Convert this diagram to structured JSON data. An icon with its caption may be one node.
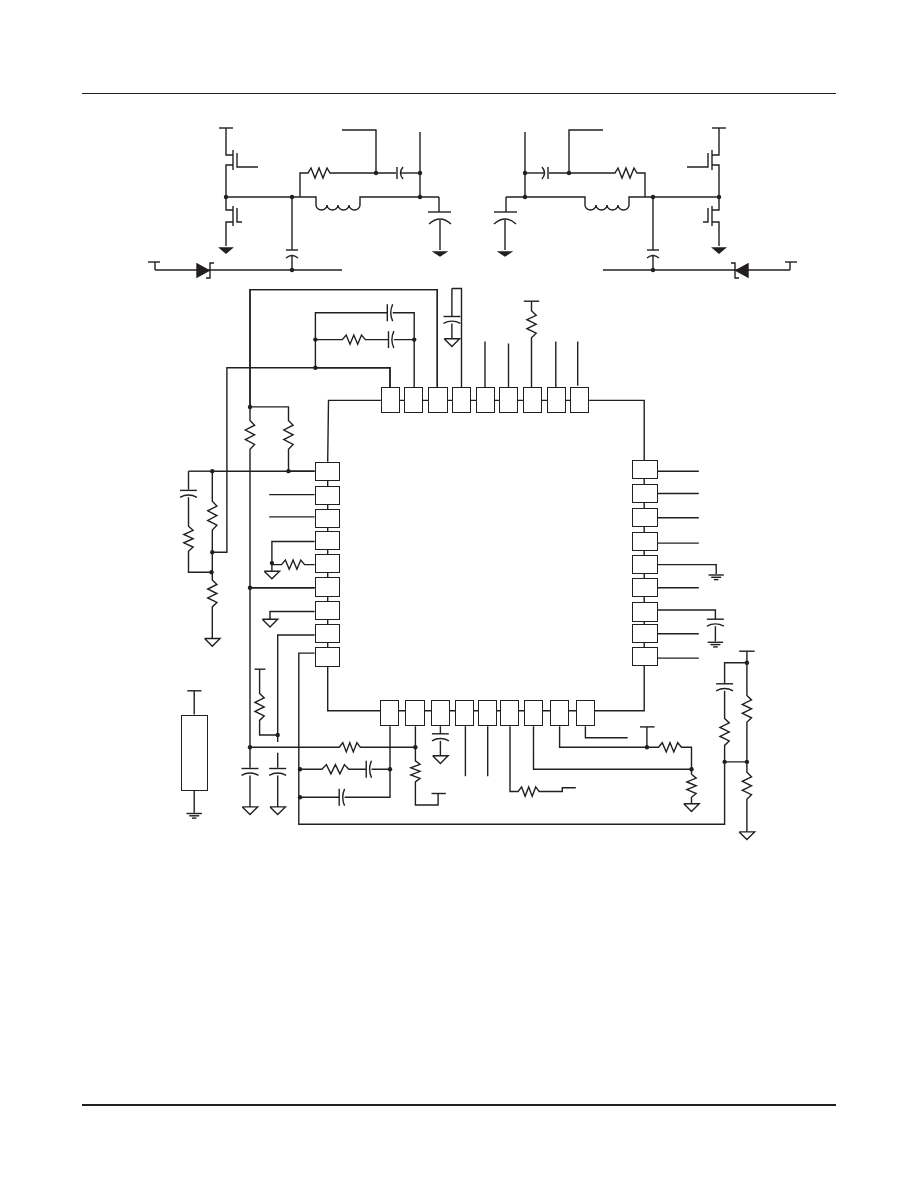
{
  "diagram": {
    "nodes": [
      {
        "text": [],
        "shape": "box"
      },
      {
        "text": [],
        "shape": "box"
      },
      {
        "text": [],
        "shape": "box"
      },
      {
        "text": [],
        "shape": "box"
      },
      {
        "text": [],
        "shape": "box"
      },
      {
        "text": [],
        "shape": "box"
      },
      {
        "text": [],
        "shape": "box"
      },
      {
        "text": [],
        "shape": "box"
      },
      {
        "text": [],
        "shape": "box"
      },
      {
        "text": [],
        "shape": "box"
      },
      {
        "text": [],
        "shape": "box"
      },
      {
        "text": [],
        "shape": "box"
      },
      {
        "text": [],
        "shape": "box"
      },
      {
        "text": [],
        "shape": "box"
      },
      {
        "text": [],
        "shape": "box"
      },
      {
        "text": [],
        "shape": "box"
      },
      {
        "text": [],
        "shape": "box"
      },
      {
        "text": [],
        "shape": "box"
      },
      {
        "text": [],
        "shape": "box"
      },
      {
        "text": [],
        "shape": "box"
      },
      {
        "text": [],
        "shape": "box"
      },
      {
        "text": [],
        "shape": "box"
      },
      {
        "text": [],
        "shape": "box"
      },
      {
        "text": [],
        "shape": "box"
      },
      {
        "text": [],
        "shape": "box"
      },
      {
        "text": [],
        "shape": "box"
      },
      {
        "text": [],
        "shape": "box"
      },
      {
        "text": [],
        "shape": "box"
      },
      {
        "text": [],
        "shape": "box"
      },
      {
        "text": [],
        "shape": "box"
      },
      {
        "text": [],
        "shape": "box"
      },
      {
        "text": [],
        "shape": "box"
      },
      {
        "text": [],
        "shape": "box"
      },
      {
        "text": [],
        "shape": "box"
      },
      {
        "text": [],
        "shape": "box"
      },
      {
        "text": [],
        "shape": "box"
      },
      {
        "text": [],
        "shape": "box"
      }
    ],
    "edges": [
      {
        "from": 2,
        "to": 14,
        "arrow": "none"
      },
      {
        "from": 14,
        "to": 28,
        "arrow": "none"
      },
      {
        "from": 12,
        "to": 13,
        "arrow": "none"
      },
      {
        "from": 17,
        "to": 27,
        "arrow": "none"
      },
      {
        "from": 33,
        "to": 34,
        "arrow": "none"
      },
      {
        "from": 0,
        "to": 9,
        "arrow": "none"
      },
      {
        "from": 2,
        "to": 9,
        "arrow": "none"
      },
      {
        "from": 1,
        "to": 0,
        "arrow": "none"
      }
    ]
  }
}
